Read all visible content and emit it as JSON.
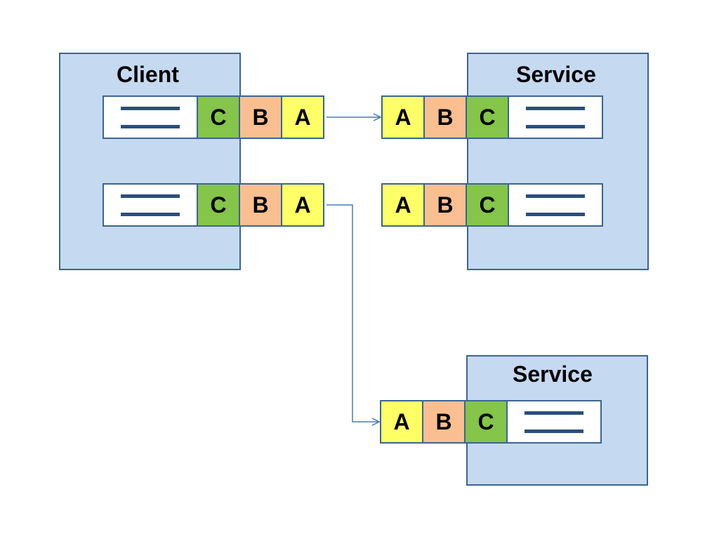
{
  "colors": {
    "box_fill": "#c5d9f0",
    "box_border": "#3b6593",
    "cell_A": "#ffff66",
    "cell_B": "#f9bf91",
    "cell_C": "#84c54a",
    "line_bars": "#2a4e7c",
    "connector": "#4a7ab8"
  },
  "client": {
    "title": "Client",
    "endpoints": [
      {
        "cells": [
          "C",
          "B",
          "A"
        ]
      },
      {
        "cells": [
          "C",
          "B",
          "A"
        ]
      }
    ]
  },
  "services": [
    {
      "title": "Service",
      "endpoints": [
        {
          "cells": [
            "A",
            "B",
            "C"
          ]
        },
        {
          "cells": [
            "A",
            "B",
            "C"
          ]
        }
      ]
    },
    {
      "title": "Service",
      "endpoints": [
        {
          "cells": [
            "A",
            "B",
            "C"
          ]
        }
      ]
    }
  ]
}
